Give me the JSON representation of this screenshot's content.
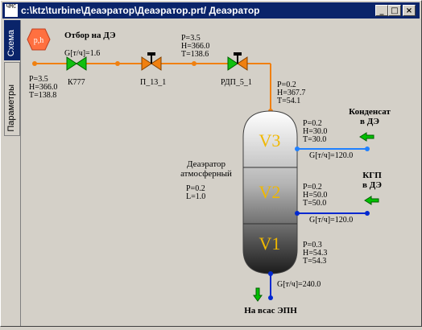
{
  "window": {
    "title": "c:\\ktz\\turbine\\Деаэратор\\Деаэратор.prt/ Деаэратор",
    "app_icon_text": "ЧМС",
    "minimize_glyph": "_",
    "maximize_glyph": "□",
    "close_glyph": "×"
  },
  "tabs": [
    "Схема",
    "Параметры"
  ],
  "source": {
    "badge": "p,h",
    "title": "Отбор на ДЭ",
    "params": [
      "P=3.5",
      "H=366.0",
      "T=138.8"
    ]
  },
  "line_in": {
    "flow": "G[т/ч]=1.6",
    "mid_params": [
      "P=3.5",
      "H=366.0",
      "T=138.6"
    ],
    "outlet_params": [
      "P=0.2",
      "H=367.7",
      "T=54.1"
    ]
  },
  "valves": {
    "k777": "К777",
    "p13": "П_13_1",
    "rdp": "РДП_5_1"
  },
  "deaerator": {
    "label": [
      "Деаэратор",
      "атмосферный"
    ],
    "params": [
      "P=0.2",
      "L=1.0"
    ],
    "zones": [
      "V3",
      "V2",
      "V1"
    ]
  },
  "zone_params": {
    "v3": [
      "P=0.2",
      "H=30.0",
      "T=30.0"
    ],
    "v2": [
      "P=0.2",
      "H=50.0",
      "T=50.0"
    ],
    "v1": [
      "P=0.3",
      "H=54.3",
      "T=54.3"
    ]
  },
  "condensate": {
    "title": [
      "Конденсат",
      "в ДЭ"
    ],
    "flow": "G[т/ч]=120.0"
  },
  "kgp": {
    "title": [
      "КГП",
      "в ДЭ"
    ],
    "flow": "G[т/ч]=120.0"
  },
  "outlet": {
    "flow": "G[т/ч]=240.0",
    "title": "На всас ЭПН"
  },
  "colors": {
    "steam_line": "#f08010",
    "water_line": "#0040ff",
    "title_bar": "#0a246a",
    "tank_top": "#ffffff",
    "tank_bottom": "#202020",
    "zone_label": "#f0b800",
    "arrow_green": "#00c000",
    "source_badge": "#ff7040"
  }
}
